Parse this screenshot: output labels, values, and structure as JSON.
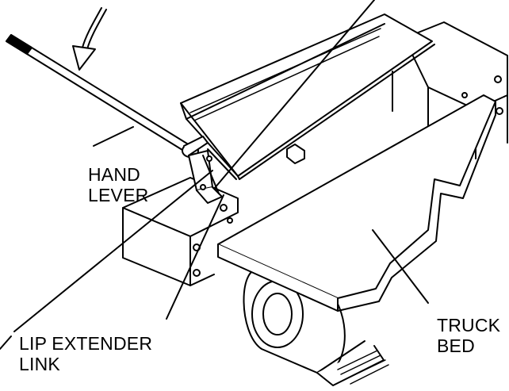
{
  "labels": {
    "hand_lever": [
      "HAND",
      "LEVER"
    ],
    "lip_extender_link": [
      "LIP EXTENDER",
      "LINK"
    ],
    "truck_bed": [
      "TRUCK",
      "BED"
    ]
  },
  "colors": {
    "line": "#000000",
    "fill": "#ffffff",
    "shade": "#d8d8d8"
  }
}
